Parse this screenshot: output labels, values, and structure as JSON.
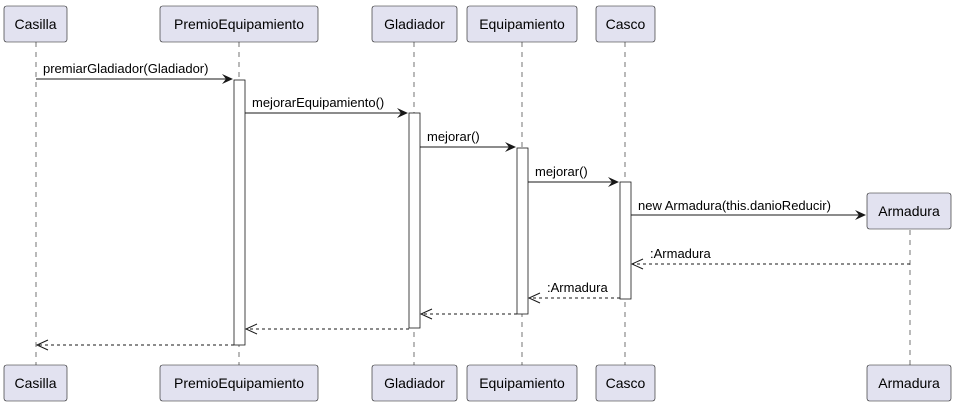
{
  "diagram": {
    "participants": [
      {
        "id": "casilla",
        "label": "Casilla"
      },
      {
        "id": "premio",
        "label": "PremioEquipamiento"
      },
      {
        "id": "gladiador",
        "label": "Gladiador"
      },
      {
        "id": "equipamiento",
        "label": "Equipamiento"
      },
      {
        "id": "casco",
        "label": "Casco"
      },
      {
        "id": "armadura",
        "label": "Armadura"
      }
    ],
    "messages": [
      {
        "from": "casilla",
        "to": "premio",
        "label": "premiarGladiador(Gladiador)",
        "kind": "sync"
      },
      {
        "from": "premio",
        "to": "gladiador",
        "label": "mejorarEquipamiento()",
        "kind": "sync"
      },
      {
        "from": "gladiador",
        "to": "equipamiento",
        "label": "mejorar()",
        "kind": "sync"
      },
      {
        "from": "equipamiento",
        "to": "casco",
        "label": "mejorar()",
        "kind": "sync"
      },
      {
        "from": "casco",
        "to": "armadura",
        "label": "new Armadura(this.danioReducir)",
        "kind": "create"
      },
      {
        "from": "armadura",
        "to": "casco",
        "label": ":Armadura",
        "kind": "return"
      },
      {
        "from": "casco",
        "to": "equipamiento",
        "label": ":Armadura",
        "kind": "return"
      },
      {
        "from": "equipamiento",
        "to": "gladiador",
        "label": "",
        "kind": "return"
      },
      {
        "from": "gladiador",
        "to": "premio",
        "label": "",
        "kind": "return"
      },
      {
        "from": "premio",
        "to": "casilla",
        "label": "",
        "kind": "return"
      }
    ]
  }
}
